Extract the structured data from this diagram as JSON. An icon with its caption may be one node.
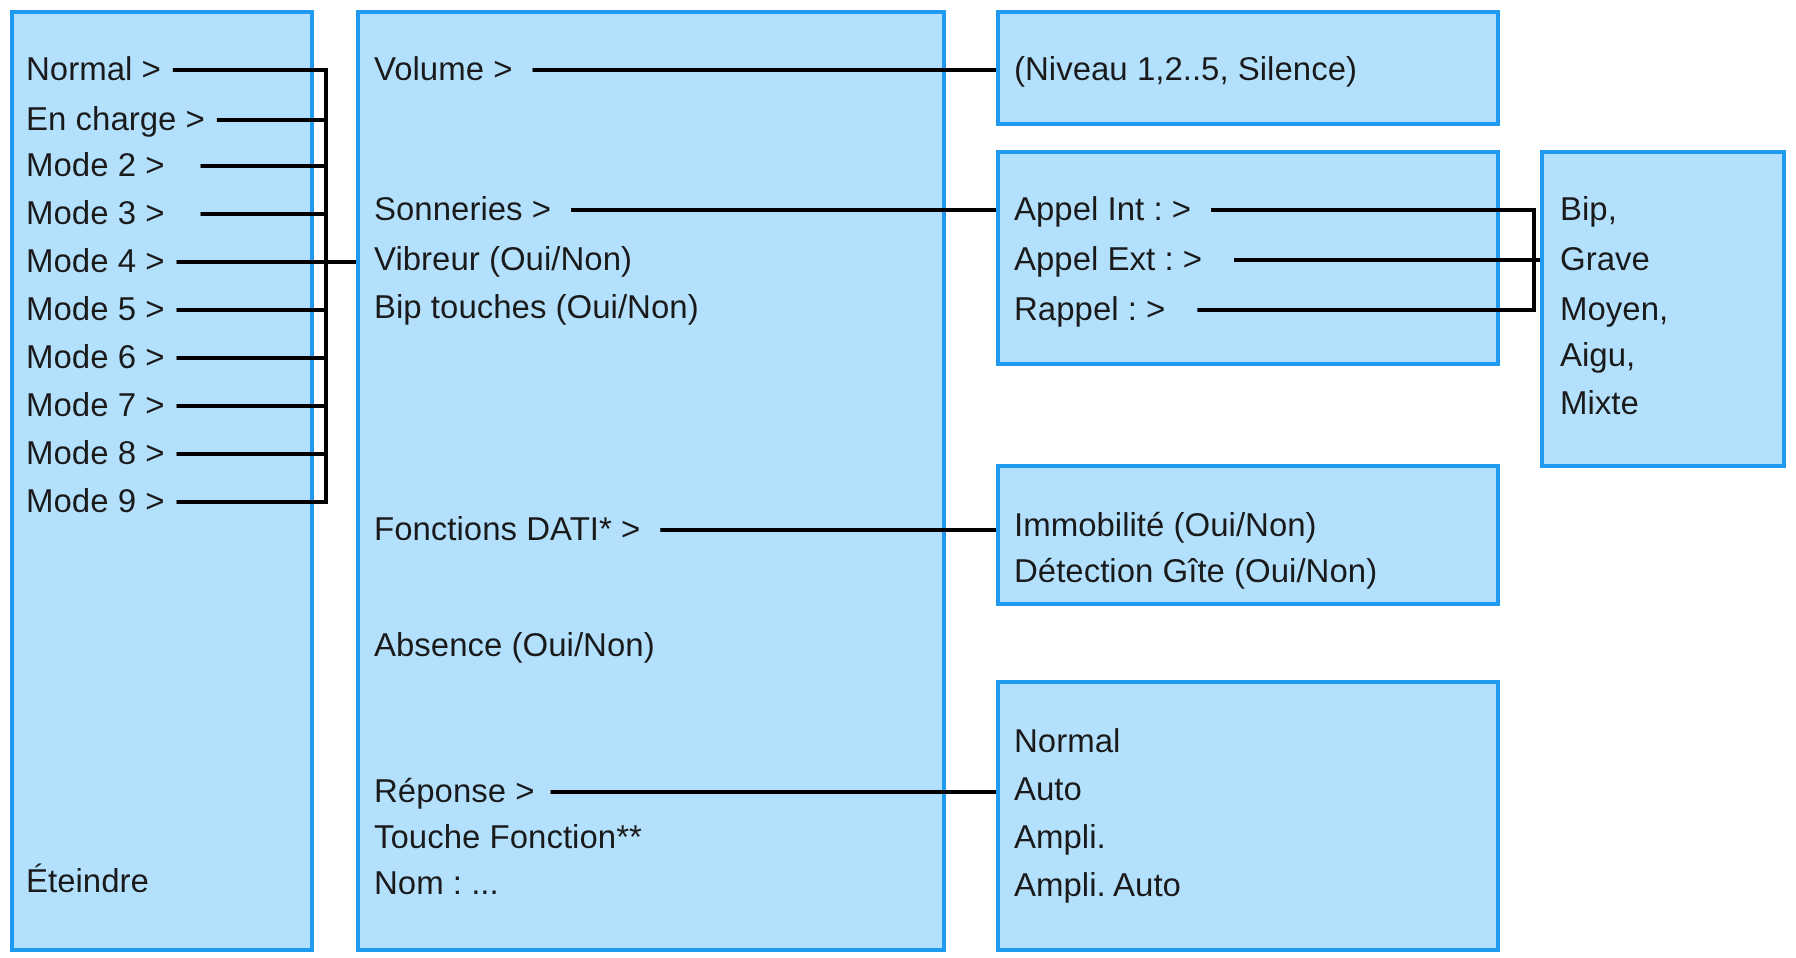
{
  "diagram": {
    "nodes": [
      {
        "text": [
          "Éteindre"
        ]
      },
      {
        "text": [
          "Normal >"
        ],
        "in": 0
      },
      {
        "text": [
          "En charge >"
        ],
        "in": 0
      },
      {
        "text": [
          "Mode 2 >"
        ],
        "in": 0
      },
      {
        "text": [
          "Mode 3 >"
        ],
        "in": 0
      },
      {
        "text": [
          "Mode 4 >"
        ],
        "in": 0
      },
      {
        "text": [
          "Mode 5 >"
        ],
        "in": 0
      },
      {
        "text": [
          "Mode 6 >"
        ],
        "in": 0
      },
      {
        "text": [
          "Mode 7 >"
        ],
        "in": 0
      },
      {
        "text": [
          "Mode 8 >"
        ],
        "in": 0
      },
      {
        "text": [
          "Mode 9 >"
        ],
        "in": 0
      },
      {
        "text": [
          "Vibreur (Oui/Non)",
          "Bip touches (Oui/Non)",
          "Absence (Oui/Non)",
          "Touche Fonction**",
          "Nom : ..."
        ]
      },
      {
        "text": [
          "Volume >"
        ],
        "in": 11
      },
      {
        "text": [
          "Sonneries >"
        ],
        "in": 11
      },
      {
        "text": [
          "Fonctions DATI* >"
        ],
        "in": 11
      },
      {
        "text": [
          "Réponse >"
        ],
        "in": 11
      },
      {
        "text": [
          "(Niveau 1,2..5, Silence)"
        ]
      },
      {
        "text": [],
        "shape": "box"
      },
      {
        "text": [
          "Appel Int : >"
        ],
        "in": 17
      },
      {
        "text": [
          "Appel Ext : >"
        ],
        "in": 17
      },
      {
        "text": [
          "Rappel : >"
        ],
        "in": 17
      },
      {
        "text": [
          "Bip,",
          "Grave",
          "Moyen,",
          "Aigu,",
          "Mixte"
        ]
      },
      {
        "text": [
          "Immobilité (Oui/Non)",
          "Détection Gîte (Oui/Non)"
        ]
      },
      {
        "text": [
          "Normal",
          "Auto",
          "Ampli.",
          "Ampli. Auto"
        ]
      }
    ],
    "edges": [
      {
        "from": 1,
        "to": 11,
        "arrow": "none"
      },
      {
        "from": 2,
        "to": 11,
        "arrow": "none"
      },
      {
        "from": 3,
        "to": 11,
        "arrow": "none"
      },
      {
        "from": 4,
        "to": 11,
        "arrow": "none"
      },
      {
        "from": 5,
        "to": 11,
        "arrow": "none"
      },
      {
        "from": 6,
        "to": 11,
        "arrow": "none"
      },
      {
        "from": 7,
        "to": 11,
        "arrow": "none"
      },
      {
        "from": 8,
        "to": 11,
        "arrow": "none"
      },
      {
        "from": 9,
        "to": 11,
        "arrow": "none"
      },
      {
        "from": 10,
        "to": 11,
        "arrow": "none"
      },
      {
        "from": 12,
        "to": 16,
        "arrow": "none"
      },
      {
        "from": 13,
        "to": 17,
        "arrow": "none"
      },
      {
        "from": 14,
        "to": 22,
        "arrow": "none"
      },
      {
        "from": 15,
        "to": 23,
        "arrow": "none"
      },
      {
        "from": 18,
        "to": 21,
        "arrow": "none"
      },
      {
        "from": 19,
        "to": 21,
        "arrow": "none"
      },
      {
        "from": 20,
        "to": 21,
        "arrow": "none"
      }
    ]
  }
}
